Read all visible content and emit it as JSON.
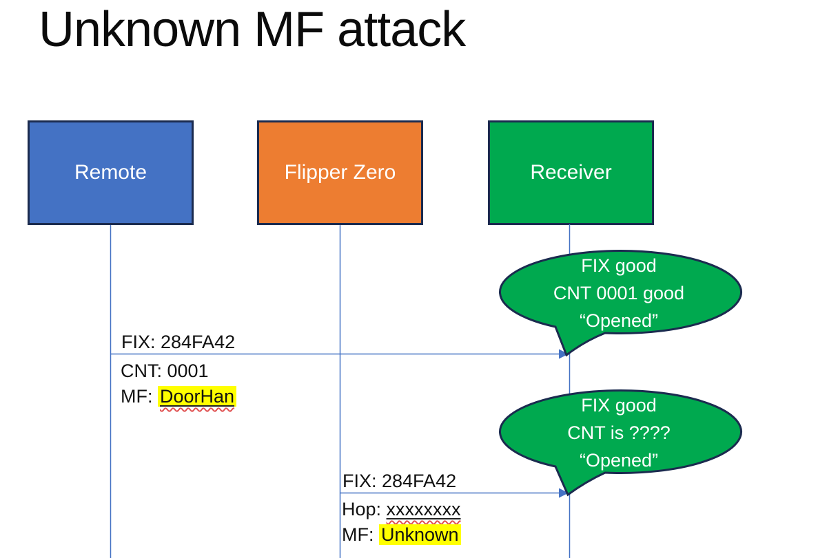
{
  "title": "Unknown MF attack",
  "actors": [
    {
      "label": "Remote",
      "fill": "#4472C4"
    },
    {
      "label": "Flipper Zero",
      "fill": "#ED7D31"
    },
    {
      "label": "Receiver",
      "fill": "#00A94F"
    }
  ],
  "messages": [
    {
      "from": "Remote",
      "to": "Receiver",
      "above": "FIX: 284FA42",
      "below": [
        {
          "text": "CNT: 0001"
        },
        {
          "prefix": "MF: ",
          "value": "DoorHan"
        }
      ]
    },
    {
      "from": "Flipper Zero",
      "to": "Receiver",
      "above": "FIX: 284FA42",
      "below": [
        {
          "prefix": "Hop: ",
          "value": "xxxxxxxx"
        },
        {
          "prefix": "MF: ",
          "value": "Unknown"
        }
      ]
    }
  ],
  "callouts": [
    {
      "lines": [
        "FIX good",
        "CNT 0001 good",
        "“Opened”"
      ]
    },
    {
      "lines": [
        "FIX good",
        "CNT is ????",
        "“Opened”"
      ]
    }
  ],
  "colors": {
    "actor_blue": "#4472C4",
    "actor_orange": "#ED7D31",
    "actor_green": "#00A94F",
    "shape_border_navy": "#1B2B4F",
    "connector_blue": "#4472C4",
    "highlight_yellow": "#FFFF00",
    "spellcheck_red": "#E05252",
    "bubble_text": "#FFFFFF"
  }
}
